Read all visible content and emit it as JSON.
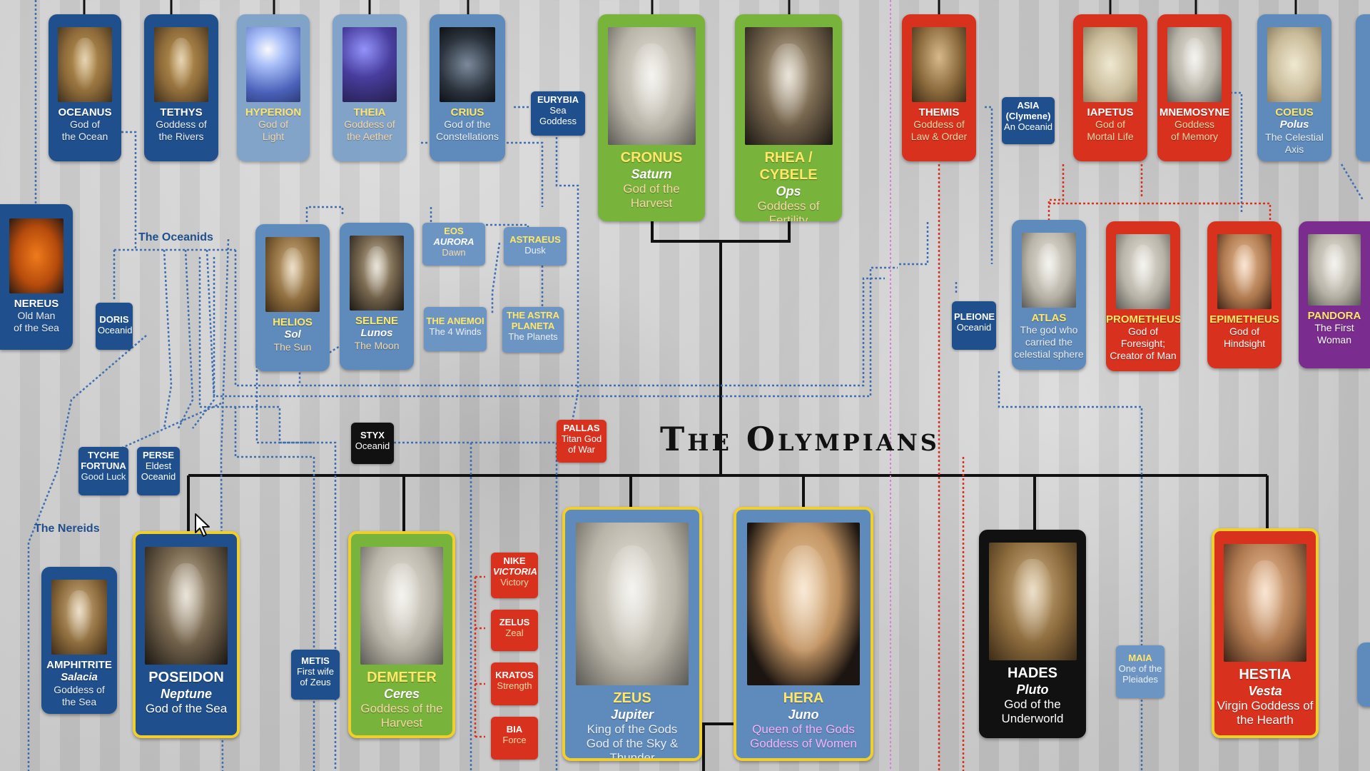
{
  "title": "The Olympians",
  "groups": {
    "oceanids": "The Oceanids",
    "nereids": "The Nereids"
  },
  "cards": {
    "oceanus": {
      "name": "OCEANUS",
      "desc": [
        "God of",
        "the Ocean"
      ]
    },
    "tethys": {
      "name": "TETHYS",
      "desc": [
        "Goddess of",
        "the Rivers"
      ]
    },
    "hyperion": {
      "name": "HYPERION",
      "desc": [
        "God of",
        "Light"
      ]
    },
    "theia": {
      "name": "THEIA",
      "desc": [
        "Goddess of",
        "the Aether"
      ]
    },
    "crius": {
      "name": "CRIUS",
      "desc": [
        "God of the",
        "Constellations"
      ]
    },
    "cronus": {
      "name": "CRONUS",
      "roman": "Saturn",
      "desc": [
        "God of the",
        "Harvest"
      ]
    },
    "rhea": {
      "name": "RHEA / CYBELE",
      "roman": "Ops",
      "desc": [
        "Goddess of",
        "Fertility"
      ]
    },
    "themis": {
      "name": "THEMIS",
      "desc": [
        "Goddess of",
        "Law & Order"
      ]
    },
    "iapetus": {
      "name": "IAPETUS",
      "desc": [
        "God of",
        "Mortal Life"
      ]
    },
    "mnemosyne": {
      "name": "MNEMOSYNE",
      "desc": [
        "Goddess",
        "of Memory"
      ]
    },
    "coeus": {
      "name": "COEUS",
      "roman": "Polus",
      "desc": [
        "The Celestial",
        "Axis"
      ]
    },
    "nereus": {
      "name": "NEREUS",
      "desc": [
        "Old Man",
        "of the Sea"
      ]
    },
    "helios": {
      "name": "HELIOS",
      "roman": "Sol",
      "desc": [
        "The Sun"
      ]
    },
    "selene": {
      "name": "SELENE",
      "roman": "Lunos",
      "desc": [
        "The Moon"
      ]
    },
    "atlas": {
      "name": "ATLAS",
      "desc": [
        "The god who",
        "carried the",
        "celestial sphere"
      ]
    },
    "prometheus": {
      "name": "PROMETHEUS",
      "desc": [
        "God of",
        "Foresight;",
        "Creator of Man"
      ]
    },
    "epimetheus": {
      "name": "EPIMETHEUS",
      "desc": [
        "God of",
        "Hindsight"
      ]
    },
    "pandora": {
      "name": "PANDORA",
      "desc": [
        "The First",
        "Woman"
      ]
    },
    "amphitrite": {
      "name": "AMPHITRITE",
      "roman": "Salacia",
      "desc": [
        "Goddess of",
        "the Sea"
      ]
    },
    "poseidon": {
      "name": "POSEIDON",
      "roman": "Neptune",
      "desc": [
        "God of the Sea"
      ]
    },
    "demeter": {
      "name": "DEMETER",
      "roman": "Ceres",
      "desc": [
        "Goddess of the",
        "Harvest"
      ]
    },
    "zeus": {
      "name": "ZEUS",
      "roman": "Jupiter",
      "desc": [
        "King of the Gods",
        "God of the Sky & Thunder"
      ]
    },
    "hera": {
      "name": "HERA",
      "roman": "Juno",
      "desc": [
        "Queen of the Gods",
        "Goddess of Women"
      ]
    },
    "hades": {
      "name": "HADES",
      "roman": "Pluto",
      "desc": [
        "God of the",
        "Underworld"
      ]
    },
    "hestia": {
      "name": "HESTIA",
      "roman": "Vesta",
      "desc": [
        "Virgin Goddess of",
        "the Hearth"
      ]
    }
  },
  "tags": {
    "eurybia": {
      "name": "EURYBIA",
      "desc": [
        "Sea",
        "Goddess"
      ]
    },
    "asia": {
      "name": "ASIA",
      "desc": [
        "(Clymene)",
        "An Oceanid"
      ]
    },
    "eos": {
      "name": "EOS",
      "roman": "AURORA",
      "desc": [
        "Dawn"
      ]
    },
    "astraeus": {
      "name": "ASTRAEUS",
      "desc": [
        "Dusk"
      ]
    },
    "anemoi": {
      "name": "THE ANEMOI",
      "desc": [
        "The 4 Winds"
      ]
    },
    "astra": {
      "name": "THE ASTRA PLANETA",
      "desc": [
        "The Planets"
      ]
    },
    "doris": {
      "name": "DORIS",
      "desc": [
        "Oceanid"
      ]
    },
    "pleione": {
      "name": "PLEIONE",
      "desc": [
        "Oceanid"
      ]
    },
    "styx": {
      "name": "STYX",
      "desc": [
        "Oceanid"
      ]
    },
    "pallas": {
      "name": "PALLAS",
      "desc": [
        "Titan God",
        "of War"
      ]
    },
    "tyche": {
      "name": "TYCHE",
      "roman": "FORTUNA",
      "desc": [
        "Good Luck"
      ]
    },
    "perse": {
      "name": "PERSE",
      "desc": [
        "Eldest",
        "Oceanid"
      ]
    },
    "metis": {
      "name": "METIS",
      "desc": [
        "First wife",
        "of Zeus"
      ]
    },
    "nike": {
      "name": "NIKE",
      "roman": "VICTORIA",
      "desc": [
        "Victory"
      ]
    },
    "zelus": {
      "name": "ZELUS",
      "desc": [
        "Zeal"
      ]
    },
    "kratos": {
      "name": "KRATOS",
      "desc": [
        "Strength"
      ]
    },
    "bia": {
      "name": "BIA",
      "desc": [
        "Force"
      ]
    },
    "maia": {
      "name": "MAIA",
      "desc": [
        "One of the",
        "Pleiades"
      ]
    }
  },
  "colors": {
    "titan_blue": "#5f8bbc",
    "oceanid_navy": "#1f4f8c",
    "cronus_green": "#78b33c",
    "iapetid_red": "#d8321f",
    "pandora_purple": "#7b2c8f",
    "olympian_gold": "#f0cf2a",
    "divider_pink": "#e07be0"
  }
}
